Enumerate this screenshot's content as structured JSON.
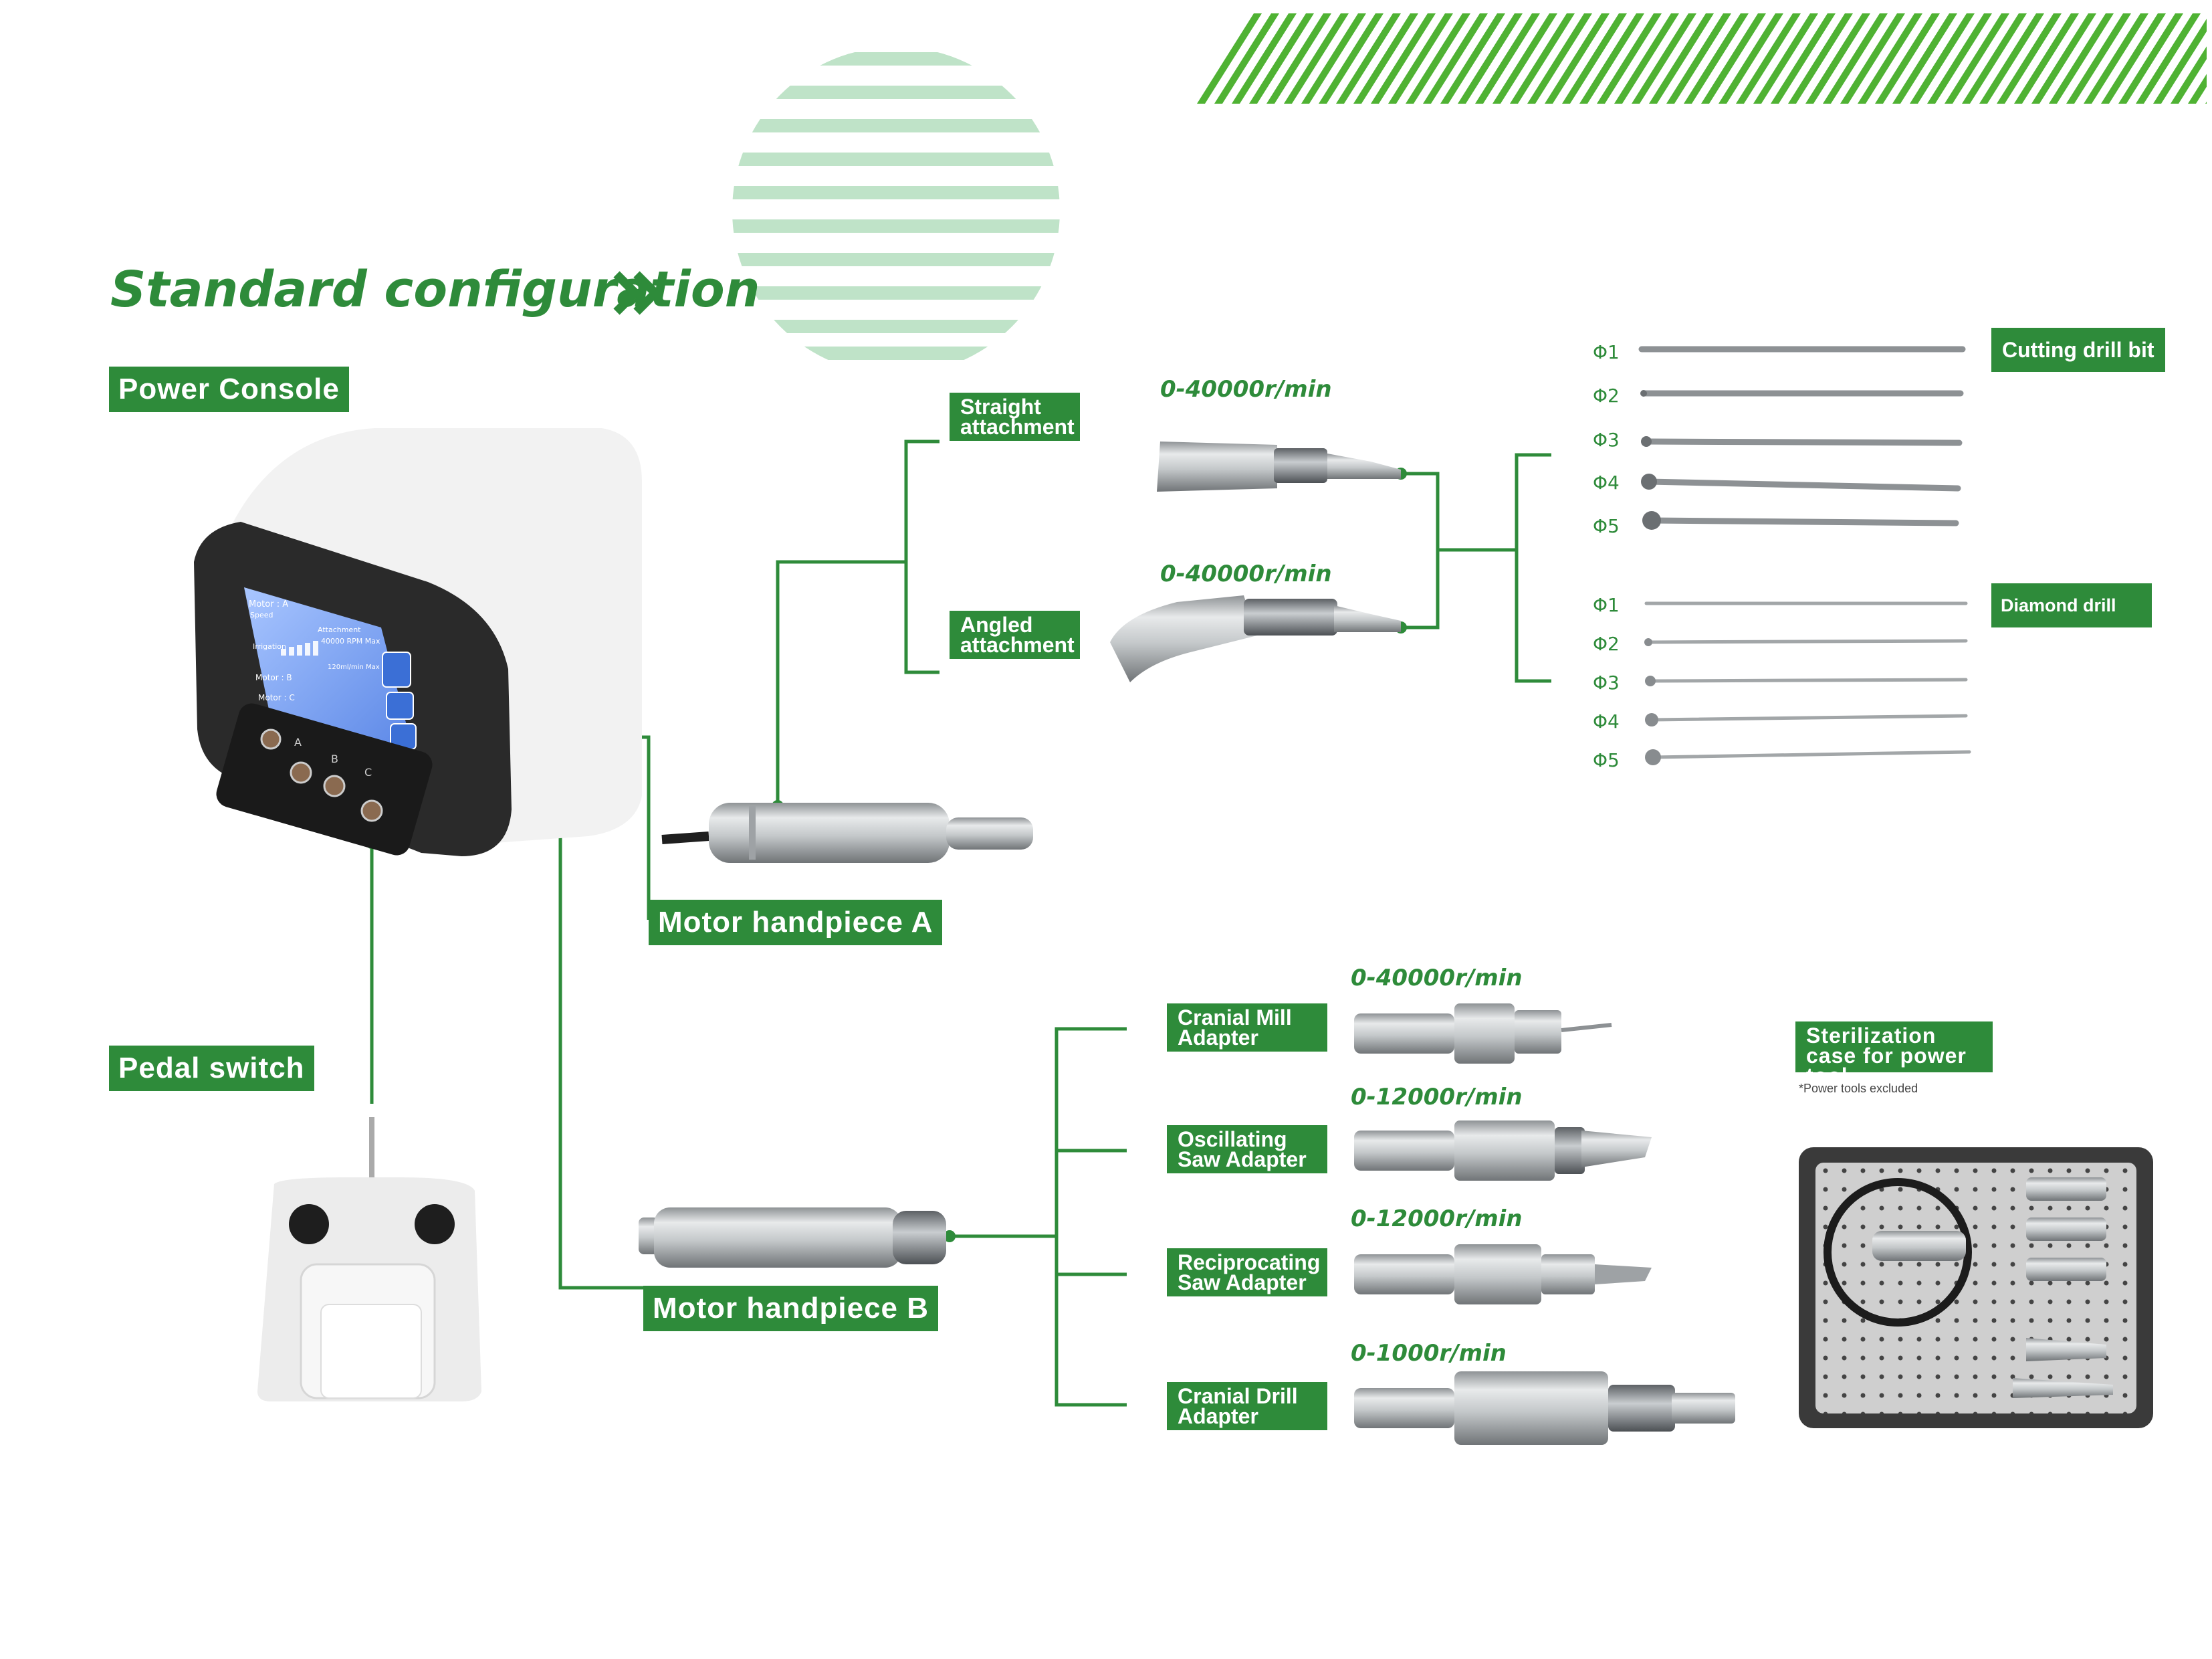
{
  "colors": {
    "brand_green": "#2e8b3a",
    "light_green": "#bfe3c8",
    "stripe_green": "#4fb233"
  },
  "header": {
    "title": "Standard configuration",
    "title_icon": "double-chevron-right-icon"
  },
  "labels": {
    "power_console": "Power Console",
    "pedal_switch": "Pedal switch",
    "motor_a": "Motor handpiece A",
    "motor_b": "Motor handpiece B",
    "straight_attachment": "Straight attachment",
    "angled_attachment": "Angled attachment",
    "cutting_drill_bit": "Cutting drill bit",
    "diamond_drill_bit": "Diamond drill bit",
    "cranial_mill": "Cranial Mill Adapter",
    "oscillating_saw": "Oscillating Saw Adapter",
    "reciprocating_saw": "Reciprocating Saw Adapter",
    "cranial_drill": "Cranial Drill Adapter",
    "sterilization_case": "Sterilization case for power tool",
    "sterilization_note": "*Power tools excluded"
  },
  "speeds": {
    "straight": "0-40000r/min",
    "angled": "0-40000r/min",
    "cranial_mill": "0-40000r/min",
    "oscillating_saw": "0-12000r/min",
    "reciprocating_saw": "0-12000r/min",
    "cranial_drill": "0-1000r/min"
  },
  "cutting_sizes": [
    "Φ1",
    "Φ2",
    "Φ3",
    "Φ4",
    "Φ5"
  ],
  "diamond_sizes": [
    "Φ1",
    "Φ2",
    "Φ3",
    "Φ4",
    "Φ5"
  ],
  "screen": {
    "motor_a": "Motor : A",
    "speed": "Speed",
    "attachment": "Attachment",
    "rpm": "40000 RPM Max",
    "irrigation": "Irrigation",
    "flow": "120ml/min Max",
    "motor_b": "Motor : B",
    "motor_c": "Motor : C"
  },
  "ports": [
    "A",
    "B",
    "C"
  ]
}
